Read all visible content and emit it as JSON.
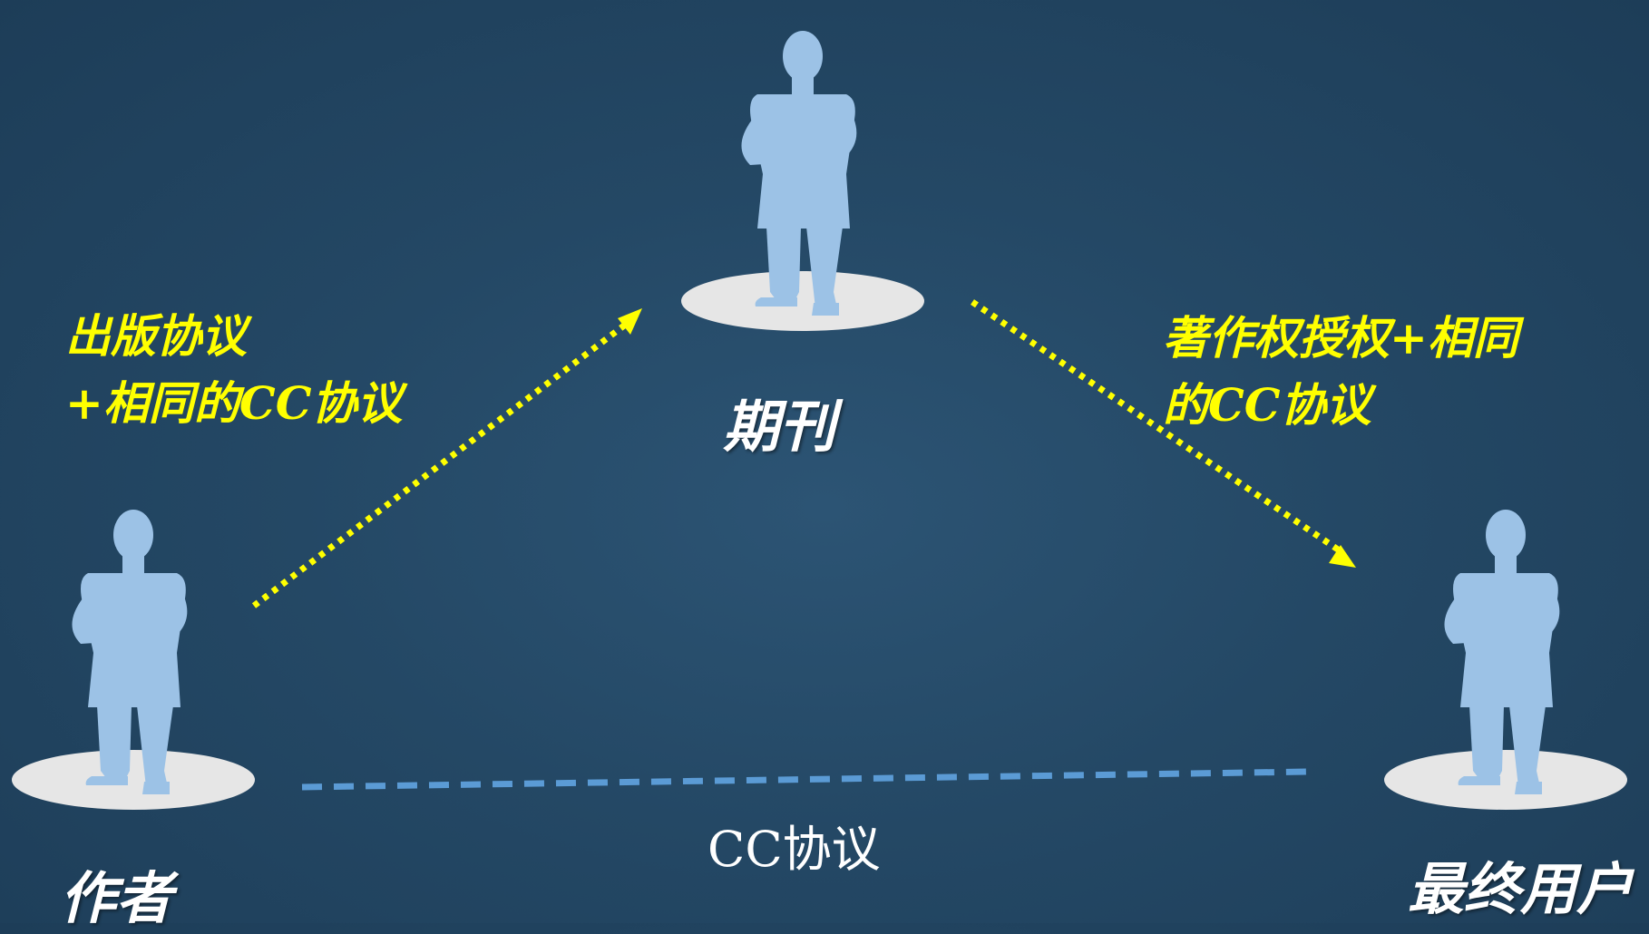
{
  "labels": {
    "journal": "期刊",
    "author": "作者",
    "end_user": "最终用户",
    "author_to_journal": [
      "出版协议",
      "+相同的CC协议"
    ],
    "journal_to_user": [
      "著作权授权+相同",
      "的CC协议"
    ],
    "author_to_user": "CC协议"
  },
  "colors": {
    "background": "#244865",
    "figure": "#9cc2e6",
    "pedestal": "#e6e6e6",
    "arrow_dotted": "#ffff00",
    "line_dashed": "#5b9bd5",
    "label_yellow": "#ffff00",
    "label_white": "#ffffff"
  }
}
